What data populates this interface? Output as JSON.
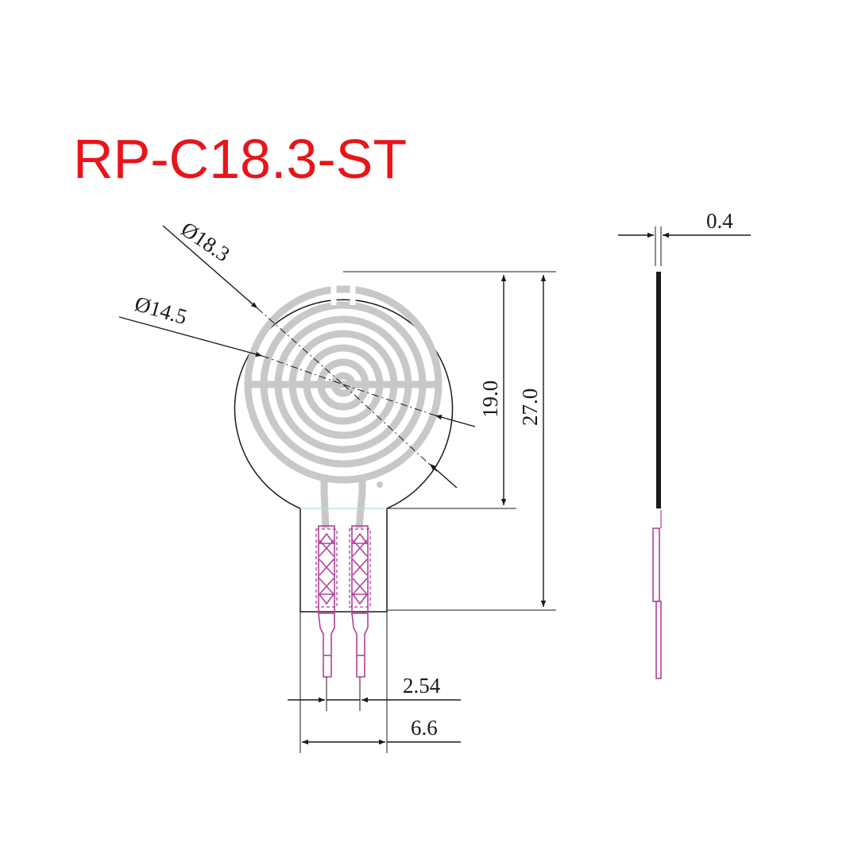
{
  "title": "RP-C18.3-ST",
  "dimensions": {
    "outer_diameter": "Ø18.3",
    "inner_diameter": "Ø14.5",
    "height_19": "19.0",
    "height_27": "27.0",
    "thickness": "0.4",
    "pin_pitch": "2.54",
    "tail_width": "6.6"
  },
  "colors": {
    "title": "#e8141a",
    "trace": "#c8c8c8",
    "pins": "#b0409a",
    "lines": "#1a1a1a"
  }
}
